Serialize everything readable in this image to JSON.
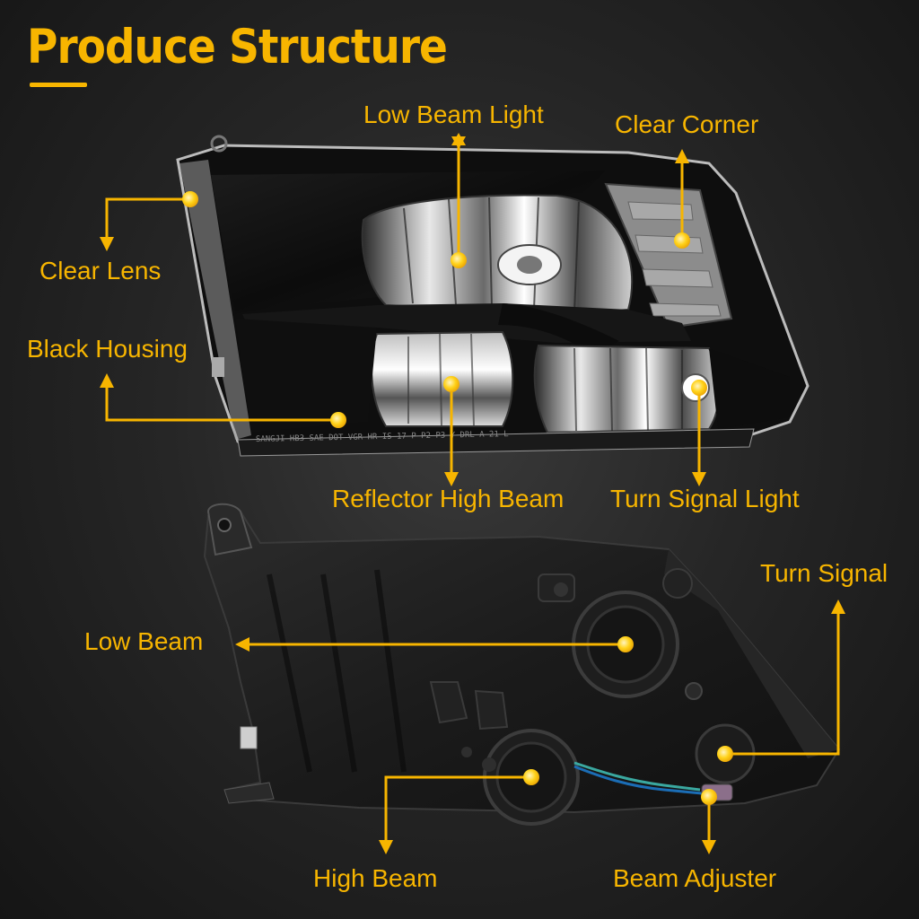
{
  "header": {
    "title": "Produce Structure"
  },
  "front_view": {
    "labels": {
      "low_beam_light": "Low Beam Light",
      "clear_corner": "Clear Corner",
      "clear_lens": "Clear Lens",
      "black_housing": "Black Housing",
      "reflector_high_beam": "Reflector High Beam",
      "turn_signal_light": "Turn Signal Light"
    },
    "lens_marking": "SANGJI HB3 SAE DOT VGR HR IS 17 P P2 P3 Y DRL A 21-L"
  },
  "rear_view": {
    "labels": {
      "turn_signal": "Turn Signal",
      "low_beam": "Low Beam",
      "high_beam": "High Beam",
      "beam_adjuster": "Beam Adjuster"
    }
  },
  "colors": {
    "accent": "#f7b500",
    "background": "#222222"
  }
}
